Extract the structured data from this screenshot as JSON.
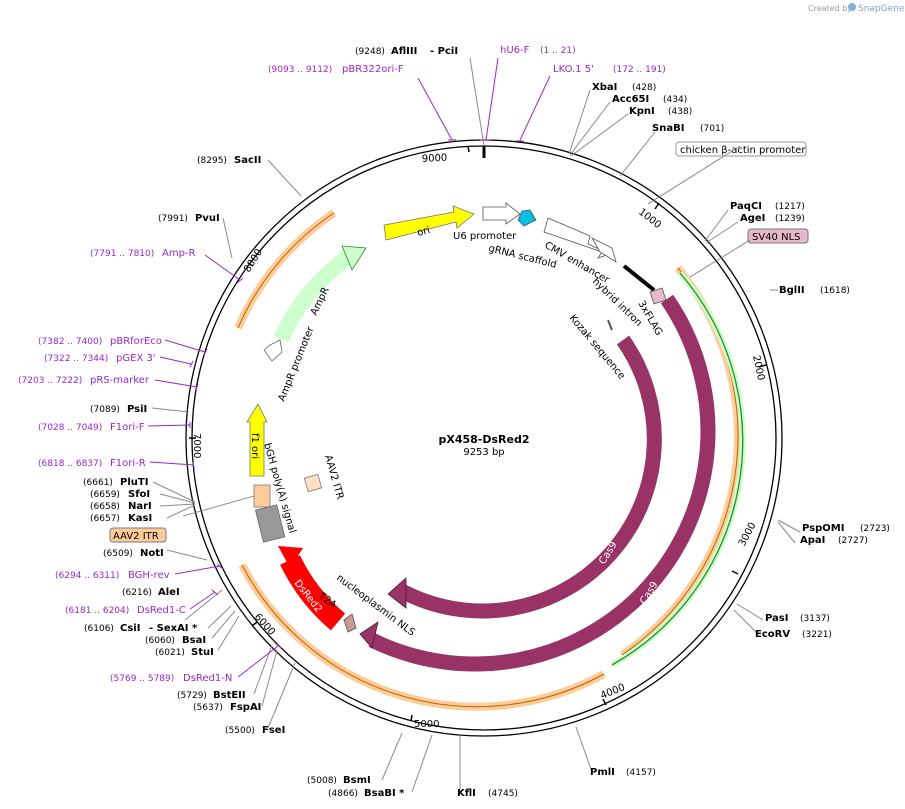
{
  "credit": {
    "created_by": "Created by",
    "brand": "SnapGene"
  },
  "plasmid": {
    "name": "pX458-DsRed2",
    "length": "9253 bp"
  },
  "ticks": [
    "9000",
    "1000",
    "2000",
    "3000",
    "4000",
    "5000",
    "6000",
    "7000",
    "8000"
  ],
  "enzymes": [
    {
      "id": "afliii",
      "name": "AflIII",
      "pos": "(9248)"
    },
    {
      "id": "pcii",
      "name": "- PciI",
      "pos": ""
    },
    {
      "id": "xbai",
      "name": "XbaI",
      "pos": "(428)"
    },
    {
      "id": "acc65i",
      "name": "Acc65I",
      "pos": "(434)"
    },
    {
      "id": "kpni",
      "name": "KpnI",
      "pos": "(438)"
    },
    {
      "id": "snabi",
      "name": "SnaBI",
      "pos": "(701)"
    },
    {
      "id": "paqci",
      "name": "PaqCI",
      "pos": "(1217)"
    },
    {
      "id": "agei",
      "name": "AgeI",
      "pos": "(1239)"
    },
    {
      "id": "bglii",
      "name": "BglII",
      "pos": "(1618)"
    },
    {
      "id": "pspomi",
      "name": "PspOMI",
      "pos": "(2723)"
    },
    {
      "id": "apai",
      "name": "ApaI",
      "pos": "(2727)"
    },
    {
      "id": "pasi",
      "name": "PasI",
      "pos": "(3137)"
    },
    {
      "id": "ecorv",
      "name": "EcoRV",
      "pos": "(3221)"
    },
    {
      "id": "pmli",
      "name": "PmlI",
      "pos": "(4157)"
    },
    {
      "id": "kfli",
      "name": "KflI",
      "pos": "(4745)"
    },
    {
      "id": "bsabi",
      "name": "BsaBI *",
      "pos": "(4866)"
    },
    {
      "id": "bsmi",
      "name": "BsmI",
      "pos": "(5008)"
    },
    {
      "id": "fsei",
      "name": "FseI",
      "pos": "(5500)"
    },
    {
      "id": "fspai",
      "name": "FspAI",
      "pos": "(5637)"
    },
    {
      "id": "bsteii",
      "name": "BstEII",
      "pos": "(5729)"
    },
    {
      "id": "stui",
      "name": "StuI",
      "pos": "(6021)"
    },
    {
      "id": "bsai",
      "name": "BsaI",
      "pos": "(6060)"
    },
    {
      "id": "csii",
      "name": "CsiI",
      "pos": "(6106)"
    },
    {
      "id": "sexai",
      "name": "- SexAI *",
      "pos": ""
    },
    {
      "id": "alei",
      "name": "AleI",
      "pos": "(6216)"
    },
    {
      "id": "noti",
      "name": "NotI",
      "pos": "(6509)"
    },
    {
      "id": "kasi",
      "name": "KasI",
      "pos": "(6657)"
    },
    {
      "id": "nari",
      "name": "NarI",
      "pos": "(6658)"
    },
    {
      "id": "sfoi",
      "name": "SfoI",
      "pos": "(6659)"
    },
    {
      "id": "pluti",
      "name": "PluTI",
      "pos": "(6661)"
    },
    {
      "id": "psii",
      "name": "PsiI",
      "pos": "(7089)"
    },
    {
      "id": "pvui",
      "name": "PvuI",
      "pos": "(7991)"
    },
    {
      "id": "sacii",
      "name": "SacII",
      "pos": "(8295)"
    }
  ],
  "primers": [
    {
      "id": "hu6f",
      "name": "hU6-F",
      "pos": "(1 .. 21)"
    },
    {
      "id": "lko1",
      "name": "LKO.1 5'",
      "pos": "(172 .. 191)"
    },
    {
      "id": "pbr322",
      "name": "pBR322ori-F",
      "pos": "(9093 .. 9112)"
    },
    {
      "id": "ampr",
      "name": "Amp-R",
      "pos": "(7791 .. 7810)"
    },
    {
      "id": "pbrforeco",
      "name": "pBRforEco",
      "pos": "(7382 .. 7400)"
    },
    {
      "id": "pgex3",
      "name": "pGEX 3'",
      "pos": "(7322 .. 7344)"
    },
    {
      "id": "prsmarker",
      "name": "pRS-marker",
      "pos": "(7203 .. 7222)"
    },
    {
      "id": "f1orif",
      "name": "F1ori-F",
      "pos": "(7028 .. 7049)"
    },
    {
      "id": "f1orir",
      "name": "F1ori-R",
      "pos": "(6818 .. 6837)"
    },
    {
      "id": "bghrev",
      "name": "BGH-rev",
      "pos": "(6294 .. 6311)"
    },
    {
      "id": "dsred1c",
      "name": "DsRed1-C",
      "pos": "(6181 .. 6204)"
    },
    {
      "id": "dsred1n",
      "name": "DsRed1-N",
      "pos": "(5769 .. 5789)"
    }
  ],
  "features": {
    "ori": "ori",
    "u6": "U6 promoter",
    "grna": "gRNA scaffold",
    "cmv": "CMV enhancer",
    "chicken": "chicken β-actin promoter",
    "hybrid": "hybrid intron",
    "flag": "3xFLAG",
    "kozak": "Kozak sequence",
    "sv40": "SV40 NLS",
    "cas9a": "Cas9",
    "cas9b": "Cas9",
    "npnls": "nucleoplasmin NLS",
    "t2a": "T2A",
    "dsred2": "DsRed2",
    "bgh": "bGH poly(A) signal",
    "aav2a": "AAV2 ITR",
    "aav2b": "AAV2 ITR",
    "f1": "f1 ori",
    "ampr": "AmpR",
    "amppro": "AmpR promoter"
  },
  "colors": {
    "ori": "#ffff00",
    "cas9": "#993366",
    "dsred": "#ff0000",
    "amp": "#ccffcc",
    "orange": "#ffcc99",
    "primer": "#9a27c9",
    "sv40": "#e6b8cc",
    "cyan": "#00bfe6"
  }
}
